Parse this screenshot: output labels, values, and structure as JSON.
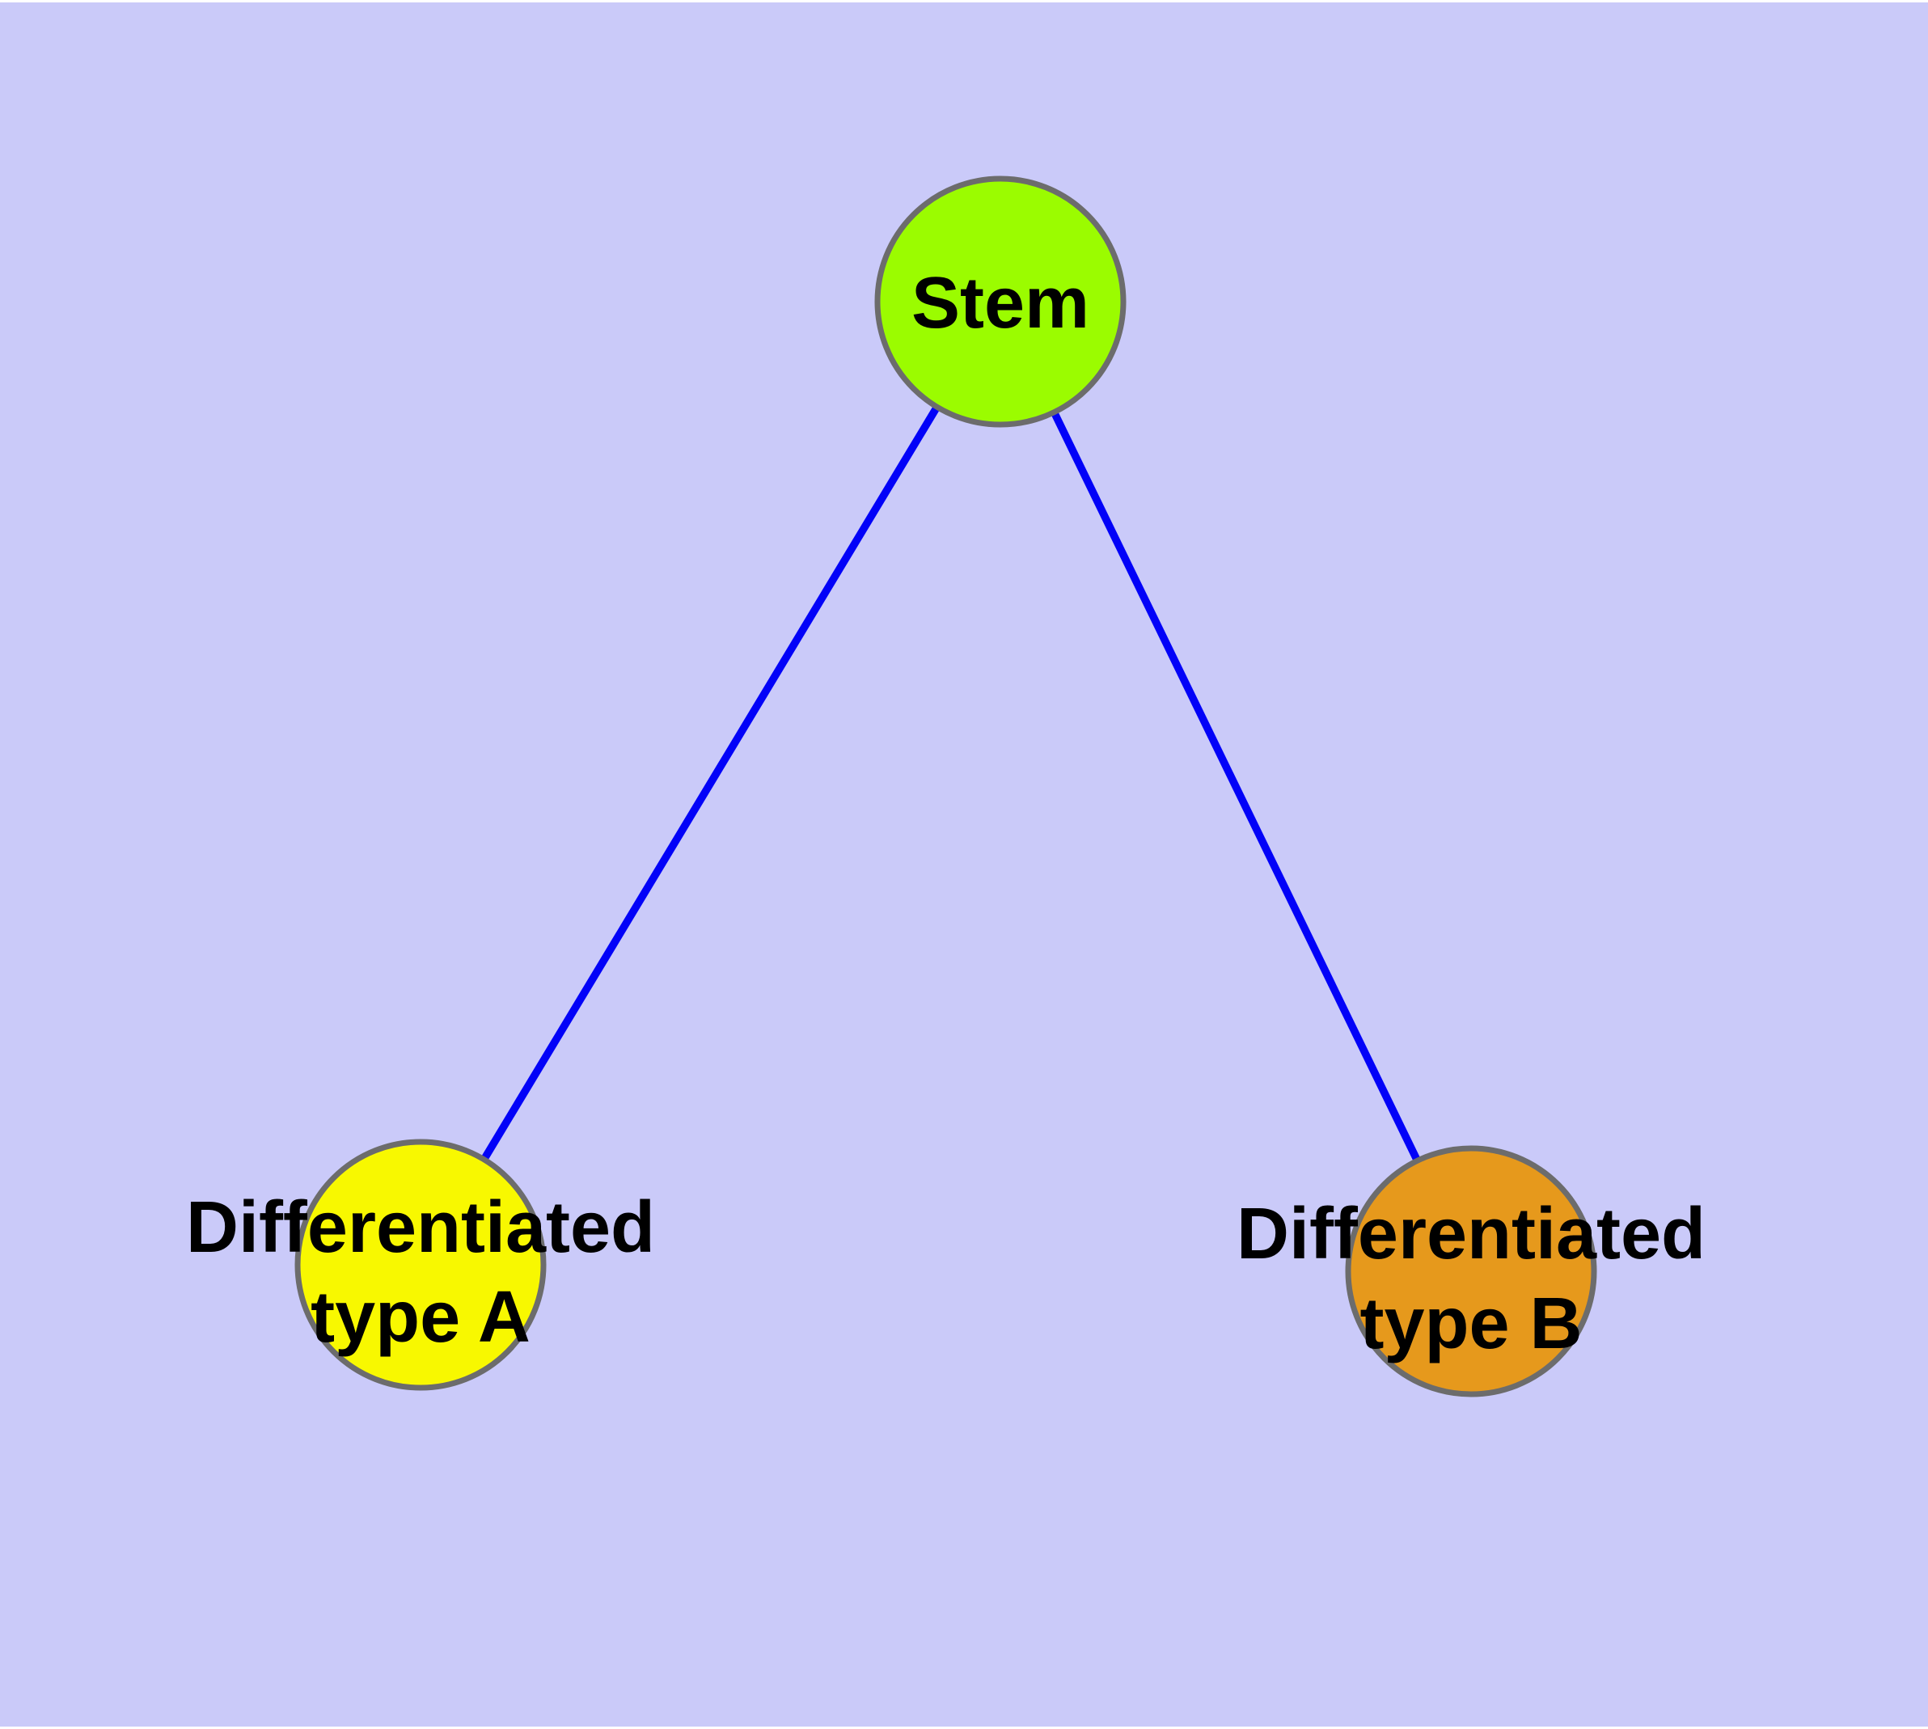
{
  "diagram": {
    "type": "node-link-graph",
    "page_color": "#ffffff",
    "background_color": "#cacaf9",
    "edge_color": "#0202f8",
    "node_border_color": "#6c6c6c",
    "label_color": "#000000",
    "nodes": [
      {
        "id": "stem",
        "label": "Stem",
        "fill": "#9bfc00"
      },
      {
        "id": "differentiated-type-a",
        "label": "Differentiated type A",
        "line1": "Differentiated",
        "line2": "type A",
        "fill": "#f8f800"
      },
      {
        "id": "differentiated-type-b",
        "label": "Differentiated type B",
        "line1": "Differentiated",
        "line2": "type B",
        "fill": "#e6991c"
      }
    ],
    "edges": [
      {
        "from": "Stem",
        "to": "Differentiated type A"
      },
      {
        "from": "Stem",
        "to": "Differentiated type B"
      }
    ]
  }
}
